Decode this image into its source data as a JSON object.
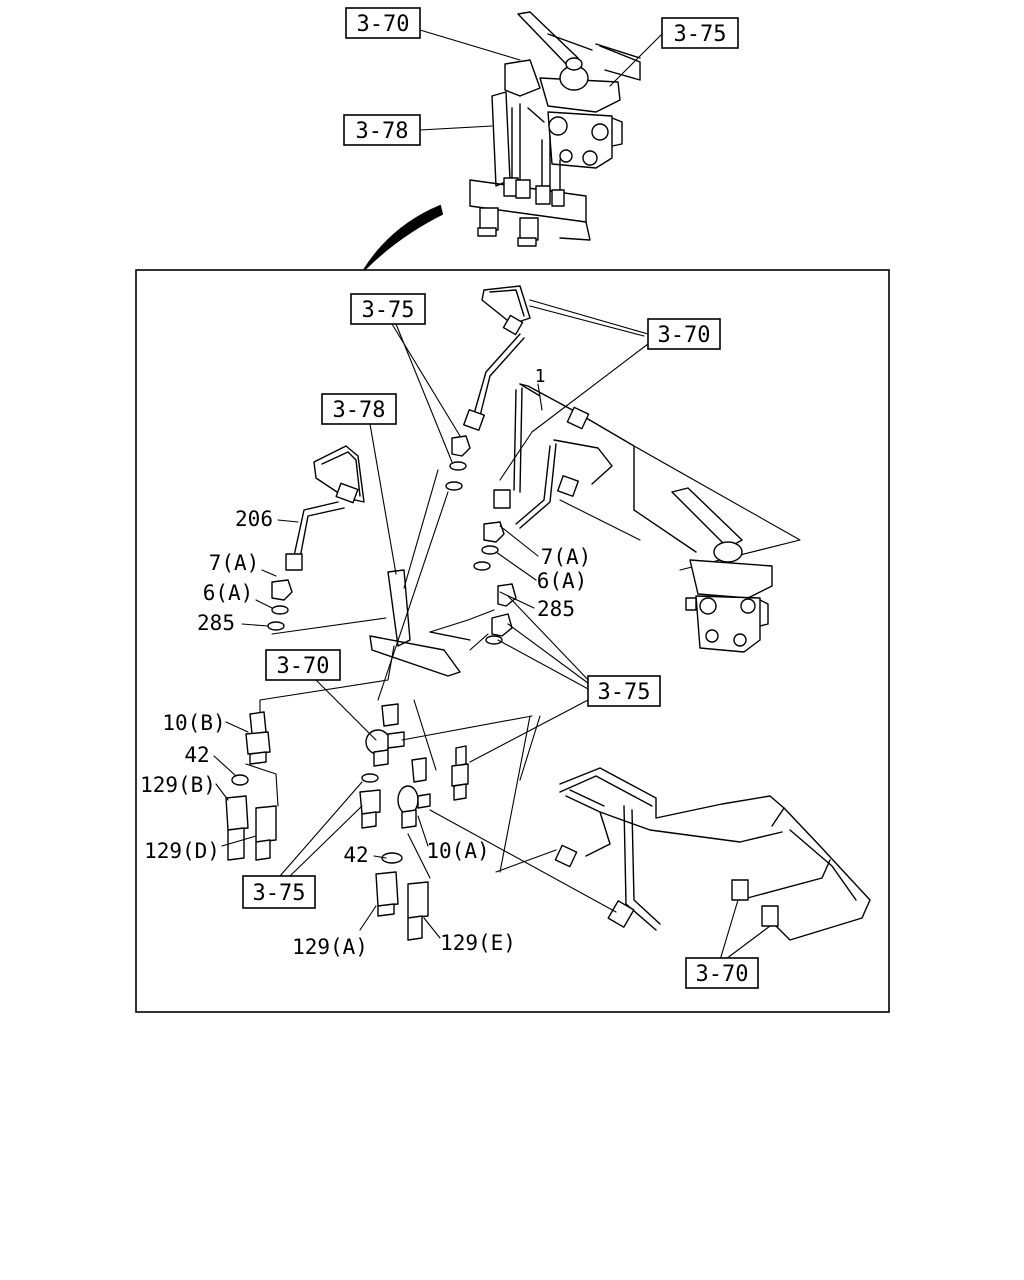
{
  "refs": {
    "top_3_70": "3-70",
    "top_3_75": "3-75",
    "top_3_78": "3-78",
    "d_3_75_a": "3-75",
    "d_3_70_a": "3-70",
    "d_3_78": "3-78",
    "d_3_70_b": "3-70",
    "d_3_75_b": "3-75",
    "d_3_75_c": "3-75",
    "d_3_70_c": "3-70"
  },
  "parts": {
    "p1": "1",
    "p206": "206",
    "p7a_left": "7(A)",
    "p6a_left": "6(A)",
    "p285_left": "285",
    "p7a_right": "7(A)",
    "p6a_right": "6(A)",
    "p285_right": "285",
    "p10b": "10(B)",
    "p42_upper": "42",
    "p129b": "129(B)",
    "p129d": "129(D)",
    "p42_lower": "42",
    "p10a": "10(A)",
    "p129a": "129(A)",
    "p129e": "129(E)"
  }
}
